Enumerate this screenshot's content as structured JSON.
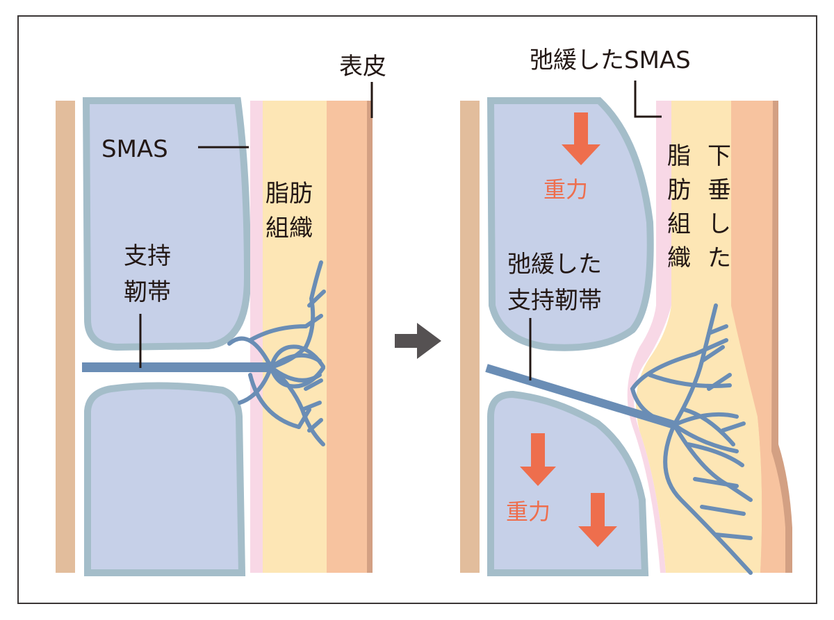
{
  "title": "SMAS and retaining ligament: normal vs. loosened",
  "colors": {
    "bone": "#e2bd9c",
    "smas_fill": "#c6d0e8",
    "smas_outline": "#a4bdc9",
    "pink_layer": "#f8d8e6",
    "fat": "#fde6b5",
    "dermis": "#f7c39f",
    "epidermis": "#d3a083",
    "ligament": "#6a8db5",
    "gravity": "#ee6e4d",
    "arrow": "#555152",
    "text": "#231815"
  },
  "left_panel": {
    "labels": {
      "epidermis": "表皮",
      "smas": "SMAS",
      "fat_line1": "脂肪",
      "fat_line2": "組織",
      "ligament_line1": "支持",
      "ligament_line2": "靭帯"
    }
  },
  "transition_arrow": "right-arrow",
  "right_panel": {
    "labels": {
      "loose_smas": "弛緩したSMAS",
      "fat_vertical": [
        "脂",
        "肪",
        "組",
        "織"
      ],
      "sagging_vertical": [
        "下",
        "垂",
        "し",
        "た"
      ],
      "loose_ligament_line1": "弛緩した",
      "loose_ligament_line2": "支持靭帯",
      "gravity_upper": "重力",
      "gravity_lower": "重力"
    }
  }
}
